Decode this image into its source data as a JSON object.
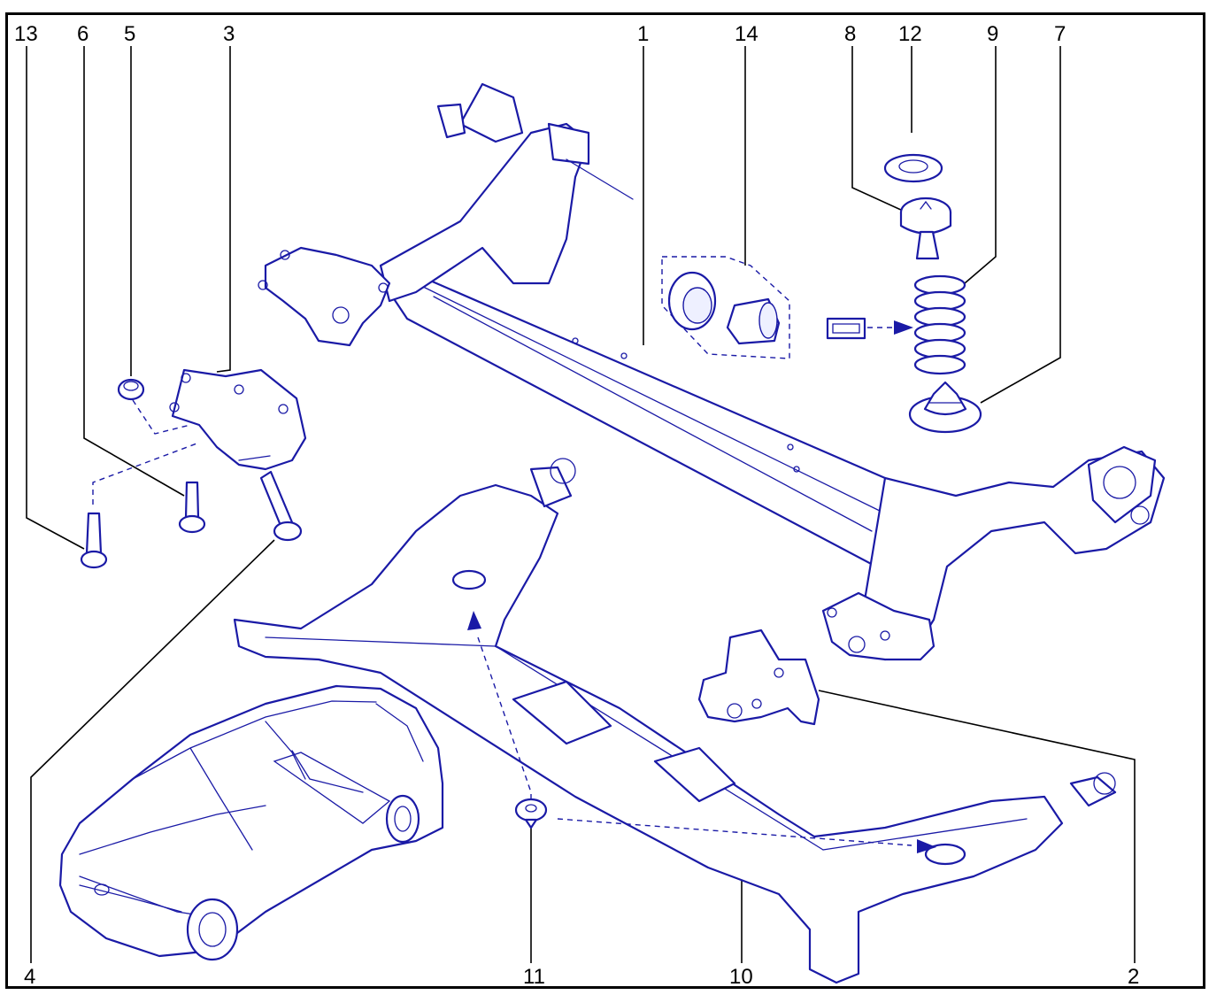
{
  "diagram": {
    "callouts": [
      {
        "id": "c13",
        "label": "13"
      },
      {
        "id": "c6",
        "label": "6"
      },
      {
        "id": "c5",
        "label": "5"
      },
      {
        "id": "c3",
        "label": "3"
      },
      {
        "id": "c1",
        "label": "1"
      },
      {
        "id": "c14",
        "label": "14"
      },
      {
        "id": "c8",
        "label": "8"
      },
      {
        "id": "c12",
        "label": "12"
      },
      {
        "id": "c9",
        "label": "9"
      },
      {
        "id": "c7",
        "label": "7"
      },
      {
        "id": "c4",
        "label": "4"
      },
      {
        "id": "c11",
        "label": "11"
      },
      {
        "id": "c10",
        "label": "10"
      },
      {
        "id": "c2",
        "label": "2"
      }
    ],
    "colors": {
      "line_art": "#1a1aa6",
      "callout_text": "#000000",
      "frame": "#000000"
    }
  }
}
